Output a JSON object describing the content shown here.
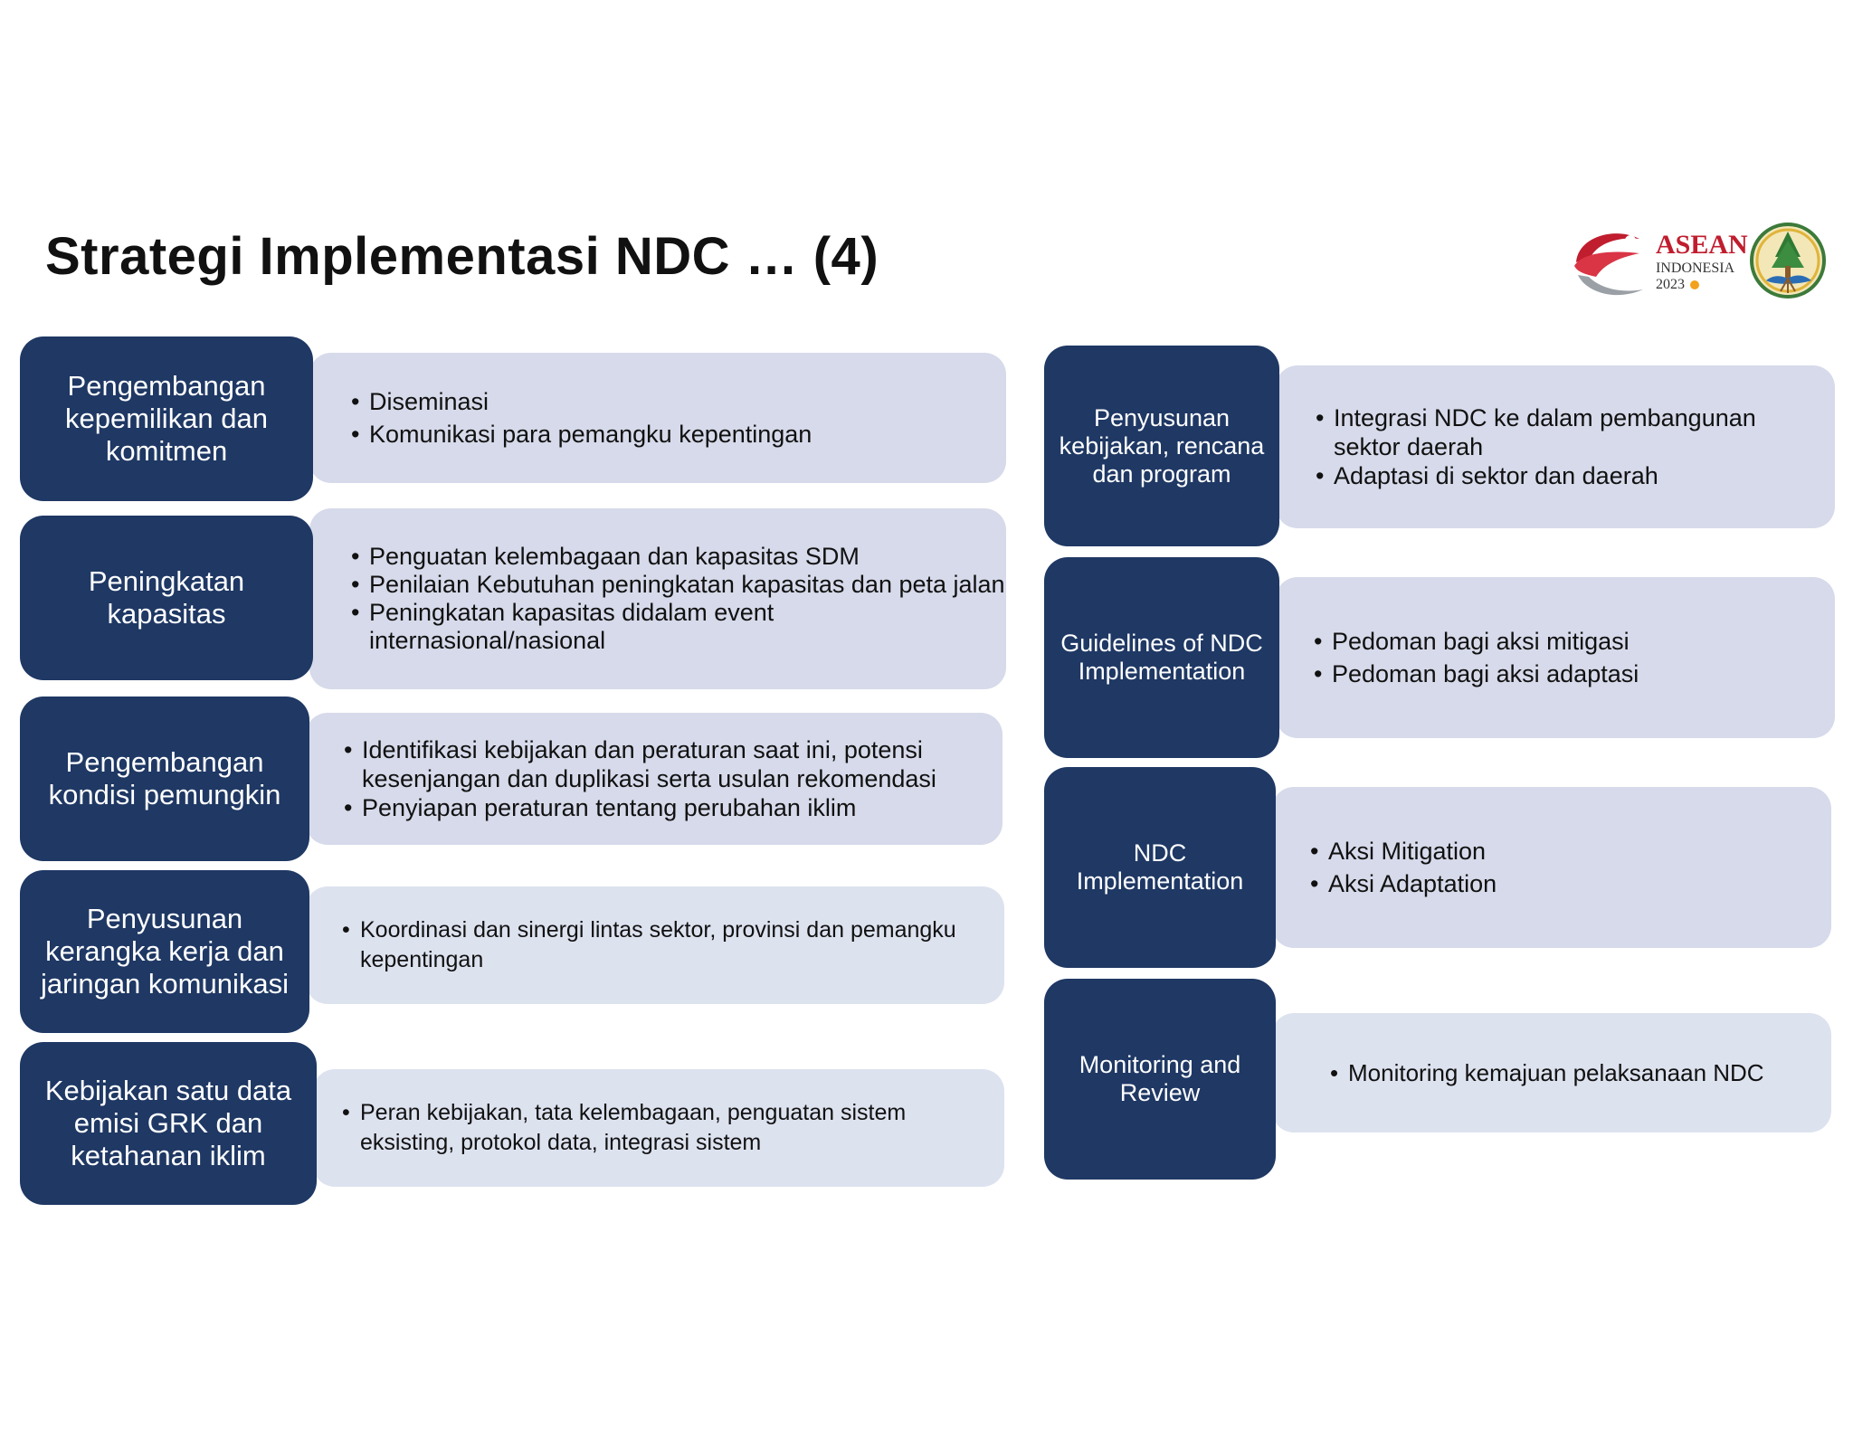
{
  "title": "Strategi Implementasi NDC … (4)",
  "logo": {
    "asean": "ASEAN",
    "country": "INDONESIA",
    "year": "2023"
  },
  "left_column": [
    {
      "label": "Pengembangan kepemilikan dan komitmen",
      "items": [
        "Diseminasi",
        "Komunikasi para pemangku kepentingan"
      ]
    },
    {
      "label": "Peningkatan kapasitas",
      "items": [
        "Penguatan kelembagaan dan kapasitas SDM",
        "Penilaian Kebutuhan peningkatan kapasitas dan peta jalan",
        "Peningkatan kapasitas didalam event internasional/nasional"
      ]
    },
    {
      "label": "Pengembangan kondisi pemungkin",
      "items": [
        "Identifikasi kebijakan dan peraturan saat ini, potensi kesenjangan dan duplikasi serta usulan rekomendasi",
        "Penyiapan peraturan tentang perubahan iklim"
      ]
    },
    {
      "label": "Penyusunan kerangka kerja dan jaringan komunikasi",
      "items": [
        "Koordinasi dan sinergi lintas sektor, provinsi dan pemangku kepentingan"
      ]
    },
    {
      "label": "Kebijakan satu data emisi GRK dan ketahanan iklim",
      "items": [
        "Peran kebijakan, tata kelembagaan, penguatan sistem eksisting, protokol data, integrasi sistem"
      ]
    }
  ],
  "right_column": [
    {
      "label": "Penyusunan kebijakan, rencana dan program",
      "items": [
        "Integrasi  NDC ke dalam pembangunan sektor daerah",
        "Adaptasi di sektor dan daerah"
      ]
    },
    {
      "label": "Guidelines of NDC Implementation",
      "items": [
        "Pedoman bagi aksi mitigasi",
        "Pedoman bagi aksi adaptasi"
      ]
    },
    {
      "label": "NDC Implementation",
      "items": [
        "Aksi Mitigation",
        "Aksi Adaptation"
      ]
    },
    {
      "label": "Monitoring and Review",
      "items": [
        "Monitoring kemajuan pelaksanaan NDC"
      ]
    }
  ],
  "colors": {
    "dark_box": "#1f3864",
    "light_box": "#d6daea",
    "light_box_alt": "#dde2ef",
    "asean_red": "#c01d2e"
  }
}
